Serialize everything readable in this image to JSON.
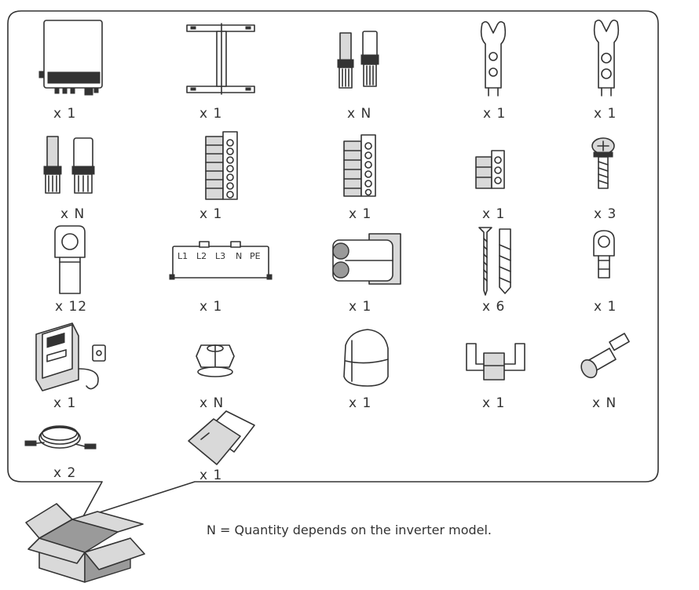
{
  "items": [
    {
      "icon": "inverter-icon",
      "qty": "x 1"
    },
    {
      "icon": "mounting-bracket-icon",
      "qty": "x 1"
    },
    {
      "icon": "pv-connector-pair-icon",
      "qty": "x N"
    },
    {
      "icon": "pv-disconnect-tool-icon",
      "qty": "x 1"
    },
    {
      "icon": "pv-disconnect-tool-icon",
      "qty": "x 1"
    },
    {
      "icon": "pv-connector-pair-icon",
      "qty": "x N"
    },
    {
      "icon": "terminal-block-7pin-icon",
      "qty": "x 1"
    },
    {
      "icon": "terminal-block-6pin-icon",
      "qty": "x 1"
    },
    {
      "icon": "terminal-block-3pin-icon",
      "qty": "x 1"
    },
    {
      "icon": "screw-icon",
      "qty": "x 3"
    },
    {
      "icon": "ring-terminal-large-icon",
      "qty": "x 12"
    },
    {
      "icon": "ac-terminal-cover-icon",
      "qty": "x 1"
    },
    {
      "icon": "cable-gland-housing-icon",
      "qty": "x 1"
    },
    {
      "icon": "expansion-bolt-icon",
      "qty": "x 6"
    },
    {
      "icon": "ring-terminal-small-icon",
      "qty": "x 1"
    },
    {
      "icon": "smart-meter-icon",
      "qty": "x 1"
    },
    {
      "icon": "nut-icon",
      "qty": "x N"
    },
    {
      "icon": "protective-cap-icon",
      "qty": "x 1"
    },
    {
      "icon": "clip-icon",
      "qty": "x 1"
    },
    {
      "icon": "ferrule-icon",
      "qty": "x N"
    },
    {
      "icon": "communication-cable-icon",
      "qty": "x 2"
    },
    {
      "icon": "documents-icon",
      "qty": "x 1"
    }
  ],
  "terminal_cover_labels": [
    "L1",
    "L2",
    "L3",
    "N",
    "PE"
  ],
  "note": "N = Quantity depends on the inverter model.",
  "colors": {
    "line": "#333333",
    "fill_light": "#d9d9d9",
    "fill_dark": "#9a9a9a"
  }
}
